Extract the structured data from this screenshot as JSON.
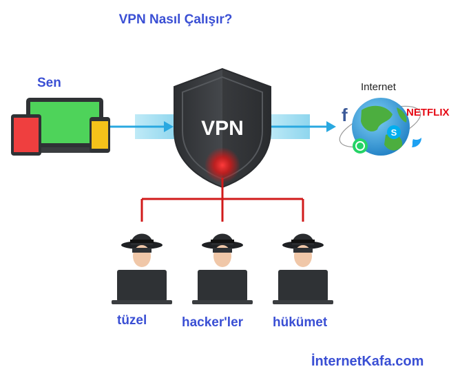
{
  "title": "VPN Nasıl Çalışır?",
  "you_label": "Sen",
  "vpn_label": "VPN",
  "internet_label": "Internet",
  "netflix_label": "NETFLIX",
  "facebook_label": "f",
  "threats": [
    {
      "label": "tüzel"
    },
    {
      "label": "hacker'ler"
    },
    {
      "label": "hükümet"
    }
  ],
  "brand": "İnternetKafa.com",
  "colors": {
    "accent_blue": "#3a4fd4",
    "tunnel_cyan": "#29a8e0",
    "shield_dark": "#3b3d40",
    "alert_red": "#d11a1a",
    "laptop_screen": "#4ed35a",
    "tablet_screen": "#ef3f3f",
    "phone_screen": "#f5c21a"
  },
  "icons": [
    "laptop-icon",
    "tablet-icon",
    "phone-icon",
    "shield-icon",
    "globe-icon",
    "facebook-icon",
    "whatsapp-icon",
    "skype-icon",
    "twitter-icon",
    "hacker-icon"
  ]
}
